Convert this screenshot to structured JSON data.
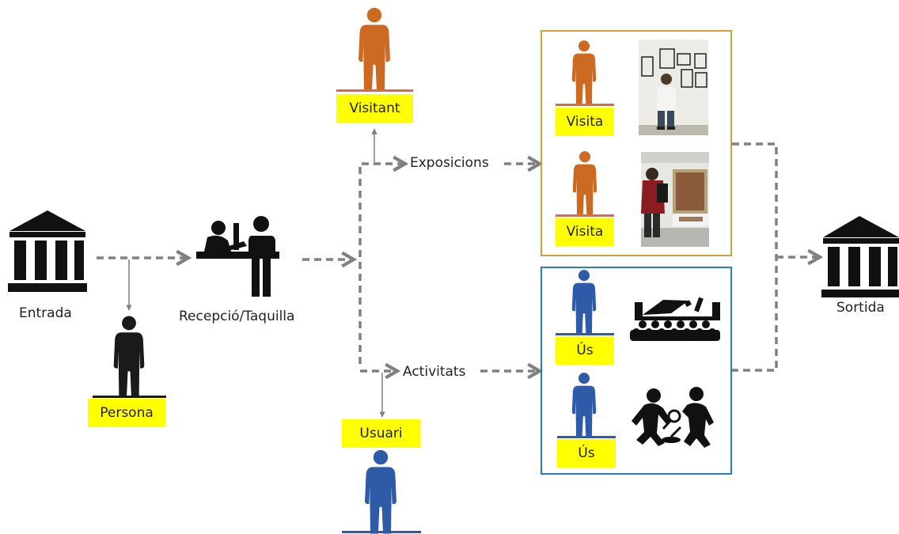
{
  "labels": {
    "entrada": "Entrada",
    "recepcio": "Recepció/Taquilla",
    "exposicions": "Exposicions",
    "activitats": "Activitats",
    "sortida": "Sortida"
  },
  "tags": {
    "persona": "Persona",
    "visitant": "Visitant",
    "usuari": "Usuari",
    "visita_1": "Visita",
    "visita_2": "Visita",
    "us_1": "Ús",
    "us_2": "Ús"
  },
  "colors": {
    "orange_figure": "#cc6a22",
    "blue_figure": "#2f5aa8",
    "black_figure": "#1a1a1a",
    "highlight": "#ffff00",
    "exhibitions_border": "#c9a43a",
    "activities_border": "#2d79c0",
    "arrow": "#808080",
    "orange_base": "#d9694a",
    "blue_base": "#2f5aa8"
  },
  "icons": {
    "entrance": "museum-building-icon",
    "exit": "museum-building-icon",
    "reception": "reception-desk-icon",
    "person": "person-silhouette-icon",
    "audience": "audience-icon",
    "workshop": "workshop-icon"
  }
}
